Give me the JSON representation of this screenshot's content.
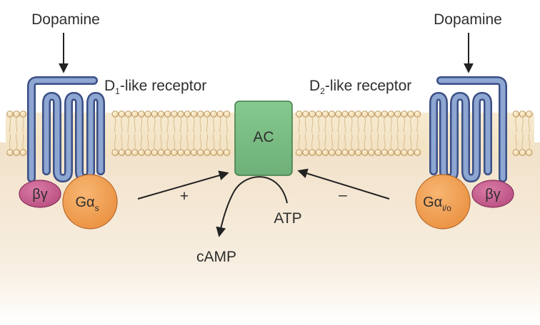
{
  "left": {
    "ligand": "Dopamine",
    "receptor_prefix": "D",
    "receptor_sub": "1",
    "receptor_suffix": "-like receptor",
    "beta_gamma": "βγ",
    "g_alpha": "Gα",
    "g_alpha_sub": "s",
    "effect_sign": "+"
  },
  "right": {
    "ligand": "Dopamine",
    "receptor_prefix": "D",
    "receptor_sub": "2",
    "receptor_suffix": "-like receptor",
    "beta_gamma": "βγ",
    "g_alpha": "Gα",
    "g_alpha_sub": "i/o",
    "effect_sign": "–"
  },
  "center": {
    "enzyme": "AC",
    "substrate": "ATP",
    "product": "cAMP"
  },
  "colors": {
    "receptor_fill": "#8ea6d2",
    "receptor_stroke": "#3b4f85",
    "membrane_head": "#f0d8a6",
    "membrane_head_stroke": "#b59060",
    "cytoplasm": "#f1e1c8",
    "enzyme_fill": "#7fbf86",
    "enzyme_stroke": "#3f7a48",
    "g_alpha_fill": "#f1a154",
    "g_alpha_stroke": "#b8672a",
    "beta_gamma_fill": "#c85b8c",
    "beta_gamma_stroke": "#86305c",
    "arrow": "#222222"
  }
}
